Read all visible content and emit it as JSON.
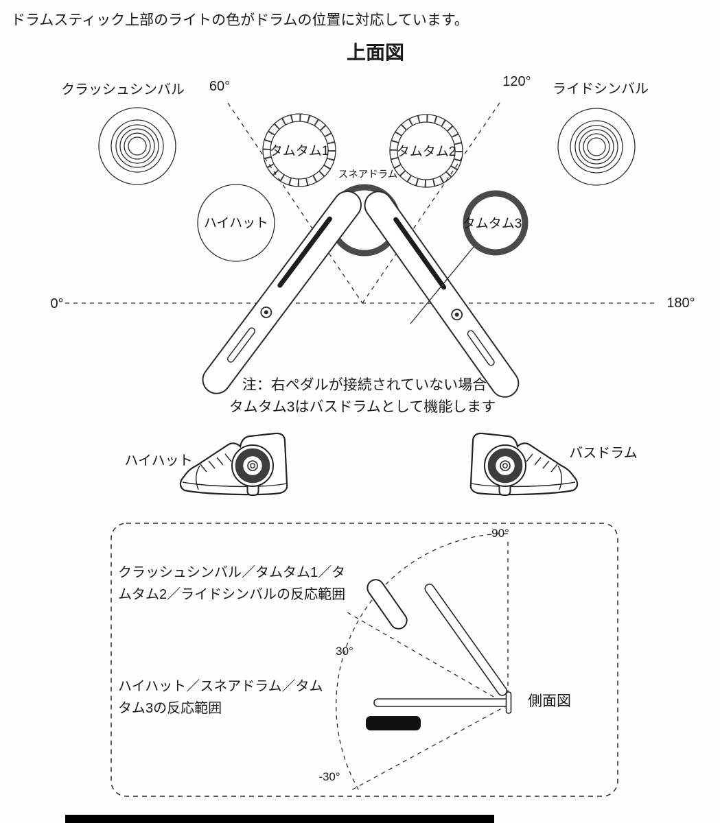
{
  "colors": {
    "ink": "#1a1a1a",
    "stroke": "#2a2a2a",
    "thick_ring": "#4a4a4a",
    "pedal_black": "#111111",
    "background": "#fdfdfd"
  },
  "header": {
    "intro": "ドラムスティック上部のライトの色がドラムの位置に対応しています。",
    "top_view_title": "上面図"
  },
  "top_view": {
    "crash_label": "クラッシュシンバル",
    "ride_label": "ライドシンバル",
    "tom1_label": "タムタム1",
    "tom2_label": "タムタム2",
    "tom3_label": "タムタム3",
    "snare_label": "スネアドラム",
    "hihat_label": "ハイハット",
    "angle_60": "60°",
    "angle_120": "120°",
    "angle_0": "0°",
    "angle_180": "180°",
    "note_line1": "注：右ペダルが接続されていない場合",
    "note_line2": "タムタム3はバスドラムとして機能します"
  },
  "pedals": {
    "left_label": "ハイハット",
    "right_label": "バスドラム"
  },
  "side_view": {
    "title": "側面図",
    "angle_90": "90°",
    "angle_30": "30°",
    "angle_neg30": "-30°",
    "upper_range_line1": "クラッシュシンバル／タムタム1／タ",
    "upper_range_line2": "ムタム2／ライドシンバルの反応範囲",
    "lower_range_line1": "ハイハット／スネアドラム／タム",
    "lower_range_line2": "タム3の反応範囲"
  }
}
